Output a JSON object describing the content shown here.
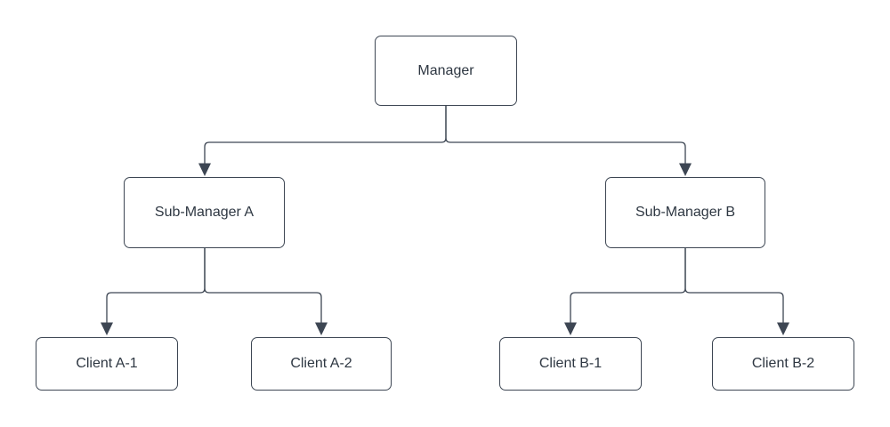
{
  "diagram": {
    "type": "org-chart",
    "nodes": {
      "manager": {
        "label": "Manager"
      },
      "sub_manager_a": {
        "label": "Sub-Manager A"
      },
      "sub_manager_b": {
        "label": "Sub-Manager B"
      },
      "client_a1": {
        "label": "Client A-1"
      },
      "client_a2": {
        "label": "Client A-2"
      },
      "client_b1": {
        "label": "Client B-1"
      },
      "client_b2": {
        "label": "Client B-2"
      }
    },
    "edges": [
      {
        "from": "Manager",
        "to": "Sub-Manager A",
        "arrow": "filled-triangle-down"
      },
      {
        "from": "Manager",
        "to": "Sub-Manager B",
        "arrow": "filled-triangle-down"
      },
      {
        "from": "Sub-Manager A",
        "to": "Client A-1",
        "arrow": "filled-triangle-down"
      },
      {
        "from": "Sub-Manager A",
        "to": "Client A-2",
        "arrow": "filled-triangle-down"
      },
      {
        "from": "Sub-Manager B",
        "to": "Client B-1",
        "arrow": "filled-triangle-down"
      },
      {
        "from": "Sub-Manager B",
        "to": "Client B-2",
        "arrow": "filled-triangle-down"
      }
    ]
  },
  "colors": {
    "stroke": "#3d4653",
    "text": "#2e3742",
    "node_fill": "#ffffff",
    "background": "#ffffff"
  }
}
